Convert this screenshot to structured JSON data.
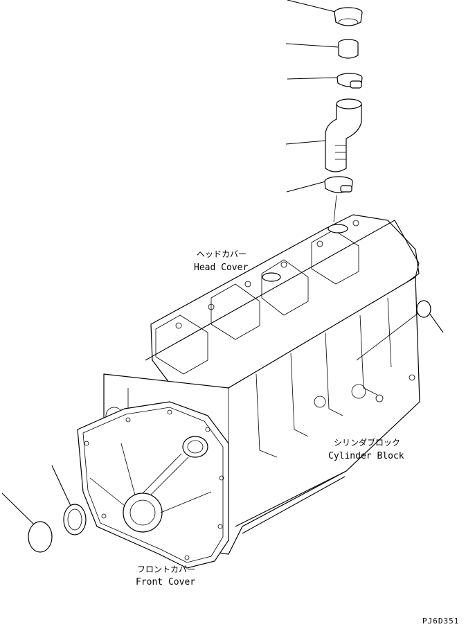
{
  "labels": {
    "head_cover_jp": "ヘッドカバー",
    "head_cover_en": "Head Cover",
    "cylinder_block_jp": "シリンダブロック",
    "cylinder_block_en": "Cylinder Block",
    "front_cover_jp": "フロントカバー",
    "front_cover_en": "Front Cover"
  },
  "figure_code": "PJ6D351"
}
